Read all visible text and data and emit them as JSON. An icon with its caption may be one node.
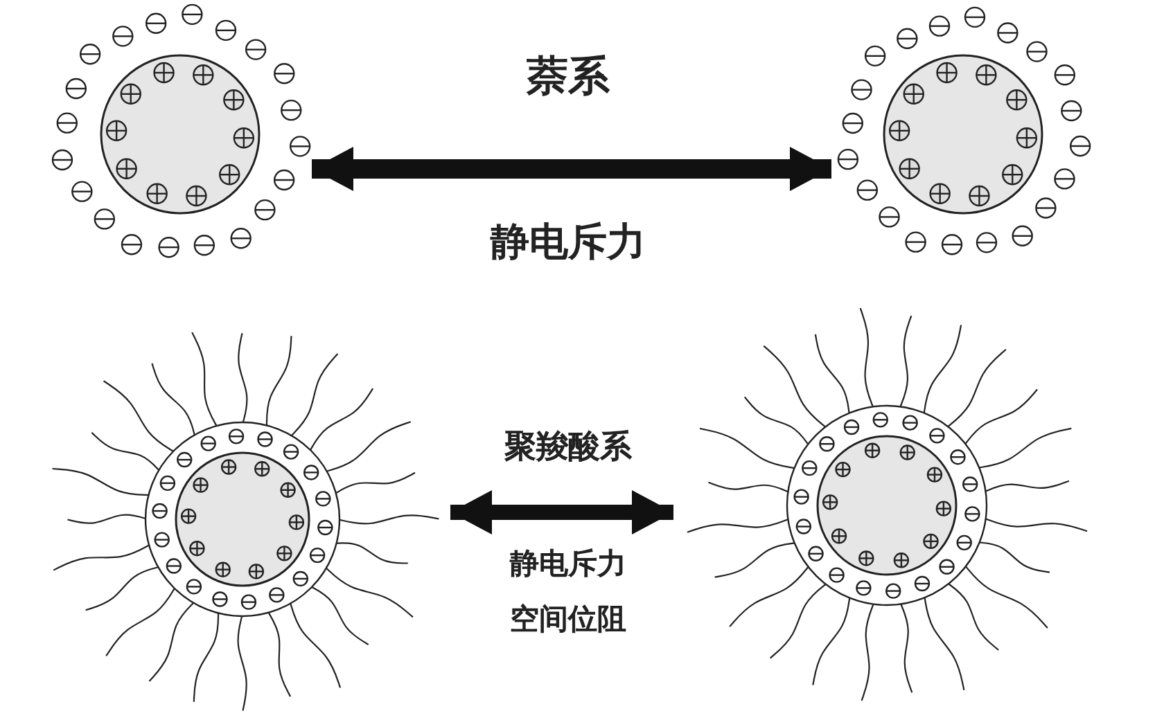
{
  "diagram": {
    "nodes": [
      {
        "text": [],
        "shape": "circle"
      },
      {
        "text": [],
        "shape": "circle"
      },
      {
        "text": [],
        "shape": "circle"
      },
      {
        "text": [],
        "shape": "circle"
      }
    ],
    "edges": [
      {
        "from": 0,
        "to": 1,
        "arrow": "both"
      },
      {
        "from": 2,
        "to": 3,
        "arrow": "both"
      }
    ],
    "labels": [
      "萘系",
      "静电斥力",
      "聚羧酸系",
      "静电斥力",
      "空间位阻"
    ]
  }
}
